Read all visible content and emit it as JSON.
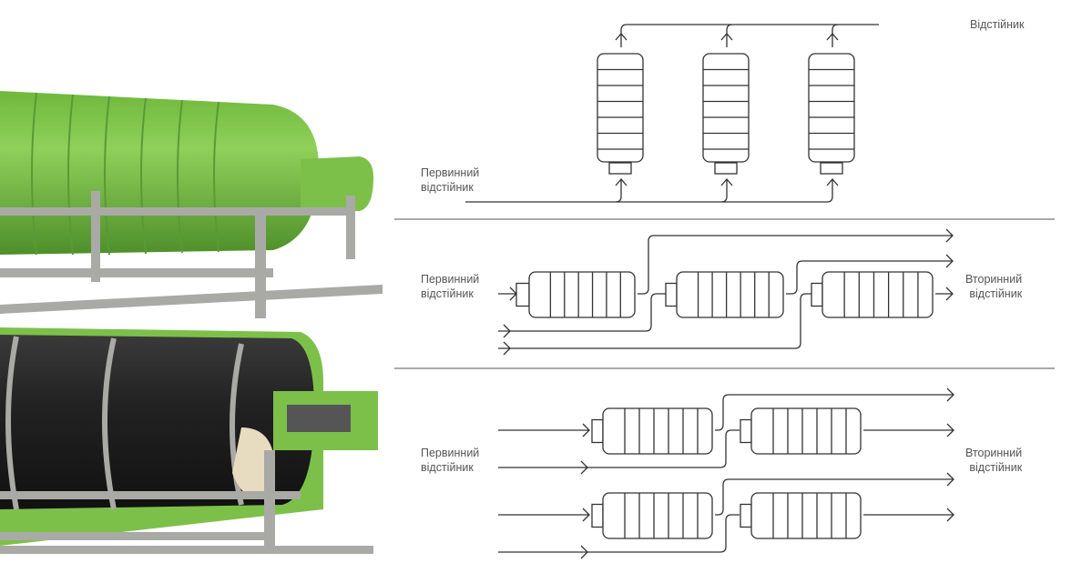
{
  "diagram_parallel": {
    "output_label": "Відстійник",
    "input_label_line1": "Первинний",
    "input_label_line2": "відстійник"
  },
  "diagram_series": {
    "input_label_line1": "Первинний",
    "input_label_line2": "відстійник",
    "output_label_line1": "Вторинний",
    "output_label_line2": "відстійник"
  },
  "diagram_series_parallel": {
    "input_label_line1": "Первинний",
    "input_label_line2": "відстійник",
    "output_label_line1": "Вторинний",
    "output_label_line2": "відстійник"
  },
  "colors": {
    "green": "#7cc04a",
    "dark": "#2b2b2b",
    "frame": "#a9aaa6"
  }
}
